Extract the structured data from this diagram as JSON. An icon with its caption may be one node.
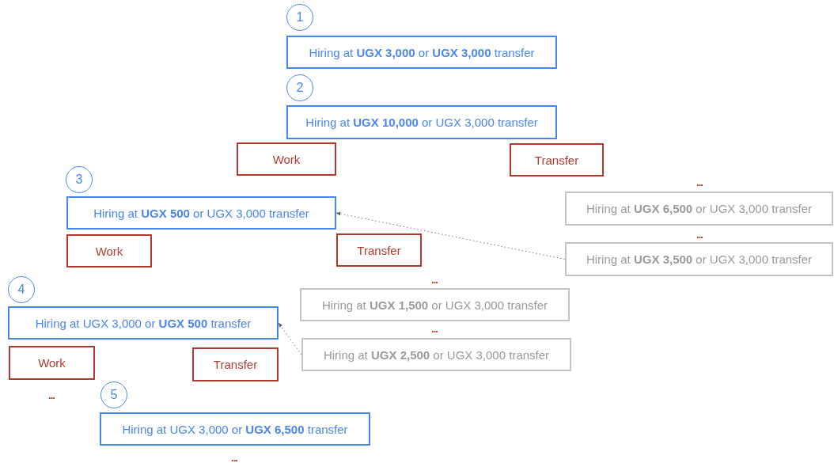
{
  "diagram": {
    "nodes": [
      {
        "text": [
          "1"
        ]
      },
      {
        "text": [
          "Hiring at **UGX 3,000** or **UGX 3,000** transfer"
        ]
      },
      {
        "text": [
          "2"
        ]
      },
      {
        "text": [
          "Hiring at **UGX 10,000** or UGX 3,000 transfer"
        ]
      },
      {
        "text": [
          "Work"
        ]
      },
      {
        "text": [
          "Transfer"
        ]
      },
      {
        "text": [
          "3"
        ]
      },
      {
        "text": [
          "Hiring at **UGX 6,500** or UGX 3,000 transfer"
        ]
      },
      {
        "text": [
          "Hiring at **UGX 500** or UGX 3,000 transfer"
        ]
      },
      {
        "text": [
          "Work"
        ]
      },
      {
        "text": [
          "Transfer"
        ]
      },
      {
        "text": [
          "Hiring at **UGX 3,500** or UGX 3,000 transfer"
        ]
      },
      {
        "text": [
          "Hiring at **UGX 1,500** or UGX 3,000 transfer"
        ]
      },
      {
        "text": [
          "4"
        ]
      },
      {
        "text": [
          "Hiring at UGX 3,000 or **UGX 500** transfer"
        ]
      },
      {
        "text": [
          "Hiring at **UGX 2,500** or UGX 3,000 transfer"
        ]
      },
      {
        "text": [
          "Work"
        ]
      },
      {
        "text": [
          "Transfer"
        ]
      },
      {
        "text": [
          "5"
        ]
      },
      {
        "text": [
          "Hiring at UGX 3,000 or **UGX 6,500** transfer"
        ]
      }
    ],
    "edges": [
      {
        "from": 11,
        "to": 8,
        "arrow": "to",
        "style": "dashed"
      },
      {
        "from": 15,
        "to": 14,
        "arrow": "to",
        "style": "dashed"
      }
    ],
    "labels": [
      "...",
      "...",
      "...",
      "...",
      "...",
      "..."
    ]
  }
}
